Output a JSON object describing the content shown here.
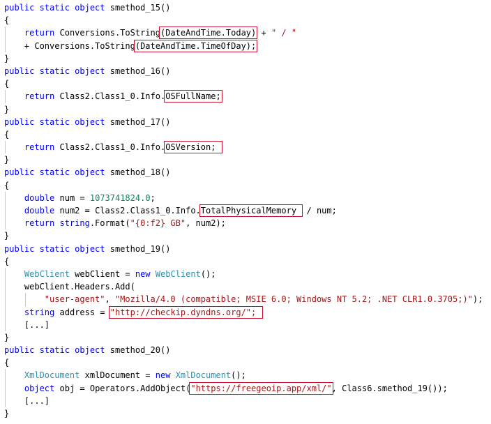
{
  "accent_color": "#c8102e",
  "syntax_colors": {
    "keyword": "#0000ff",
    "string": "#a31515",
    "number": "#098658",
    "type": "#2b91af",
    "plain": "#000000"
  },
  "lines": [
    {
      "indent": 0,
      "guides": [],
      "tokens": [
        {
          "c": "kw",
          "t": "public static object"
        },
        {
          "t": " smethod_15()"
        }
      ]
    },
    {
      "indent": 0,
      "guides": [],
      "tokens": [
        {
          "t": "{"
        }
      ]
    },
    {
      "indent": 4,
      "guides": [
        0
      ],
      "tokens": [
        {
          "c": "kw",
          "t": "return"
        },
        {
          "t": " Conversions.ToString"
        },
        {
          "h": true,
          "t": "(DateAndTime.Today)"
        },
        {
          "t": " + "
        },
        {
          "c": "str",
          "t": "\" / \""
        }
      ]
    },
    {
      "indent": 4,
      "guides": [
        0
      ],
      "tokens": [
        {
          "t": "+ Conversions.ToString"
        },
        {
          "h": true,
          "t": "(DateAndTime.TimeOfDay);"
        }
      ]
    },
    {
      "indent": 0,
      "guides": [],
      "tokens": [
        {
          "t": "}"
        }
      ]
    },
    {
      "indent": 0,
      "guides": [],
      "tokens": [
        {
          "c": "kw",
          "t": "public static object"
        },
        {
          "t": " smethod_16()"
        }
      ]
    },
    {
      "indent": 0,
      "guides": [],
      "tokens": [
        {
          "t": "{"
        }
      ]
    },
    {
      "indent": 4,
      "guides": [
        0
      ],
      "tokens": [
        {
          "c": "kw",
          "t": "return"
        },
        {
          "t": " Class2.Class1_0.Info."
        },
        {
          "h": true,
          "t": "OSFullName;"
        }
      ]
    },
    {
      "indent": 0,
      "guides": [],
      "tokens": [
        {
          "t": "}"
        }
      ]
    },
    {
      "indent": 0,
      "guides": [],
      "tokens": [
        {
          "c": "kw",
          "t": "public static object"
        },
        {
          "t": " smethod_17()"
        }
      ]
    },
    {
      "indent": 0,
      "guides": [],
      "tokens": [
        {
          "t": "{"
        }
      ]
    },
    {
      "indent": 4,
      "guides": [
        0
      ],
      "tokens": [
        {
          "c": "kw",
          "t": "return"
        },
        {
          "t": " Class2.Class1_0.Info."
        },
        {
          "h": true,
          "t": "OSVersion; "
        }
      ]
    },
    {
      "indent": 0,
      "guides": [],
      "tokens": [
        {
          "t": "}"
        }
      ]
    },
    {
      "indent": 0,
      "guides": [],
      "tokens": [
        {
          "c": "kw",
          "t": "public static object"
        },
        {
          "t": " smethod_18()"
        }
      ]
    },
    {
      "indent": 0,
      "guides": [],
      "tokens": [
        {
          "t": "{"
        }
      ]
    },
    {
      "indent": 4,
      "guides": [
        0
      ],
      "tokens": [
        {
          "c": "kw",
          "t": "double"
        },
        {
          "t": " num = "
        },
        {
          "c": "num",
          "t": "1073741824.0"
        },
        {
          "t": ";"
        }
      ]
    },
    {
      "indent": 4,
      "guides": [
        0
      ],
      "tokens": [
        {
          "c": "kw",
          "t": "double"
        },
        {
          "t": " num2 = Class2.Class1_0.Info."
        },
        {
          "h": true,
          "t": "TotalPhysicalMemory "
        },
        {
          "t": " / num;"
        }
      ]
    },
    {
      "indent": 4,
      "guides": [
        0
      ],
      "tokens": [
        {
          "c": "kw",
          "t": "return string"
        },
        {
          "t": ".Format("
        },
        {
          "c": "str",
          "t": "\"{0:f2} GB\""
        },
        {
          "t": ", num2);"
        }
      ]
    },
    {
      "indent": 0,
      "guides": [],
      "tokens": [
        {
          "t": "}"
        }
      ]
    },
    {
      "indent": 0,
      "guides": [],
      "tokens": [
        {
          "c": "kw",
          "t": "public static object"
        },
        {
          "t": " smethod_19()"
        }
      ]
    },
    {
      "indent": 0,
      "guides": [],
      "tokens": [
        {
          "t": "{"
        }
      ]
    },
    {
      "indent": 4,
      "guides": [
        0
      ],
      "tokens": [
        {
          "c": "typ",
          "t": "WebClient"
        },
        {
          "t": " webClient = "
        },
        {
          "c": "kw",
          "t": "new"
        },
        {
          "t": " "
        },
        {
          "c": "typ",
          "t": "WebClient"
        },
        {
          "t": "();"
        }
      ]
    },
    {
      "indent": 4,
      "guides": [
        0
      ],
      "tokens": [
        {
          "t": "webClient.Headers.Add("
        }
      ]
    },
    {
      "indent": 8,
      "guides": [
        0,
        4
      ],
      "tokens": [
        {
          "c": "str",
          "t": "\"user-agent\""
        },
        {
          "t": ", "
        },
        {
          "c": "str",
          "t": "\"Mozilla/4.0 (compatible; MSIE 6.0; Windows NT 5.2; .NET CLR1.0.3705;)\""
        },
        {
          "t": ");"
        }
      ]
    },
    {
      "indent": 4,
      "guides": [
        0
      ],
      "tokens": [
        {
          "c": "kw",
          "t": "string"
        },
        {
          "t": " address = "
        },
        {
          "h": true,
          "c": "str",
          "t": "\"http://checkip.dyndns.org/\"; "
        }
      ]
    },
    {
      "indent": 4,
      "guides": [
        0
      ],
      "tokens": [
        {
          "t": "[...]"
        }
      ]
    },
    {
      "indent": 0,
      "guides": [],
      "tokens": [
        {
          "t": "}"
        }
      ]
    },
    {
      "indent": 0,
      "guides": [],
      "tokens": [
        {
          "c": "kw",
          "t": "public static object"
        },
        {
          "t": " smethod_20()"
        }
      ]
    },
    {
      "indent": 0,
      "guides": [],
      "tokens": [
        {
          "t": "{"
        }
      ]
    },
    {
      "indent": 4,
      "guides": [
        0
      ],
      "tokens": [
        {
          "c": "typ",
          "t": "XmlDocument"
        },
        {
          "t": " xmlDocument = "
        },
        {
          "c": "kw",
          "t": "new"
        },
        {
          "t": " "
        },
        {
          "c": "typ",
          "t": "XmlDocument"
        },
        {
          "t": "();"
        }
      ]
    },
    {
      "indent": 4,
      "guides": [
        0
      ],
      "tokens": [
        {
          "c": "kw",
          "t": "object"
        },
        {
          "t": " obj = Operators.AddObject("
        },
        {
          "h": true,
          "c": "str",
          "t": "\"https://freegeoip.app/xml/\""
        },
        {
          "t": ", Class6.smethod_19());"
        }
      ]
    },
    {
      "indent": 4,
      "guides": [
        0
      ],
      "tokens": [
        {
          "t": "[...]"
        }
      ]
    },
    {
      "indent": 0,
      "guides": [],
      "tokens": [
        {
          "t": "}"
        }
      ]
    }
  ]
}
